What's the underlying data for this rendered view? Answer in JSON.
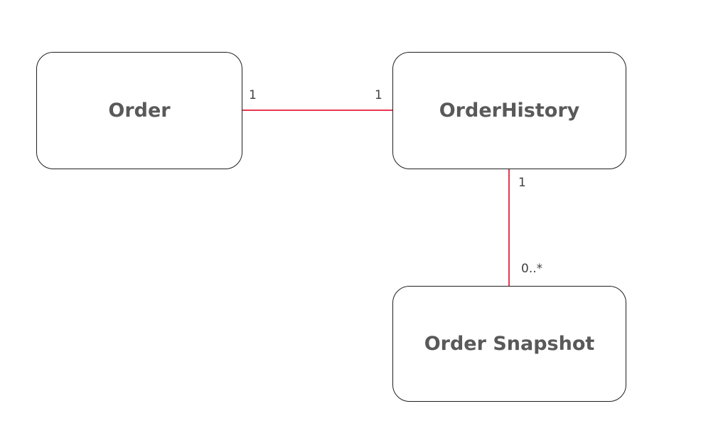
{
  "entities": {
    "order": {
      "label": "Order"
    },
    "order_history": {
      "label": "OrderHistory"
    },
    "order_snapshot": {
      "label": "Order Snapshot"
    }
  },
  "associations": [
    {
      "from": "Order",
      "to": "OrderHistory",
      "from_multiplicity": "1",
      "to_multiplicity": "1"
    },
    {
      "from": "OrderHistory",
      "to": "Order Snapshot",
      "from_multiplicity": "1",
      "to_multiplicity": "0..*"
    }
  ],
  "colors": {
    "connector": "#e8384f",
    "entity_border": "#1f1f1f",
    "entity_text": "#595959",
    "multiplicity_text": "#3f3f3f"
  }
}
